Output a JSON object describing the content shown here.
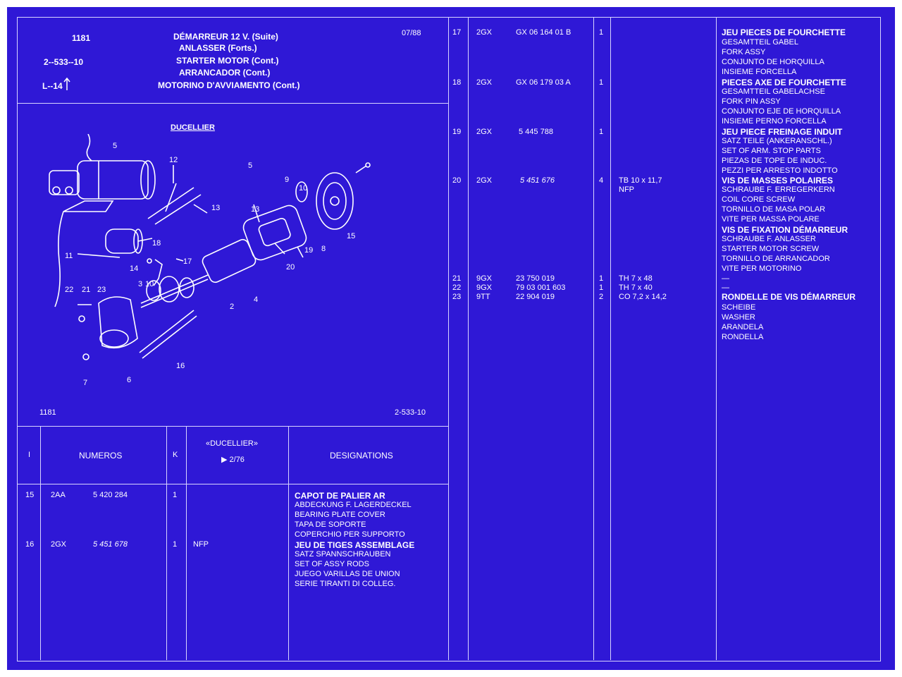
{
  "header": {
    "ref_code": "1181",
    "section": "2--533--10",
    "locator": "L--14",
    "date": "07/88",
    "titles": [
      "DÉMARREUR 12 V. (Suite)",
      "ANLASSER (Forts.)",
      "STARTER MOTOR (Cont.)",
      "ARRANCADOR (Cont.)",
      "MOTORINO D'AVVIAMENTO (Cont.)"
    ]
  },
  "diagram": {
    "brand": "DUCELLIER",
    "footer_left": "1181",
    "footer_right": "2-533-10",
    "callouts": [
      "5",
      "12",
      "13",
      "5",
      "9",
      "10",
      "13",
      "11",
      "18",
      "17",
      "14",
      "3",
      "10",
      "22",
      "21",
      "23",
      "7",
      "6",
      "16",
      "2",
      "4",
      "20",
      "19",
      "8",
      "15"
    ]
  },
  "lower_table": {
    "headers": {
      "col1": "I",
      "numeros": "NUMEROS",
      "k": "K",
      "brand": "«DUCELLIER»",
      "brand_sub": "▶ 2/76",
      "designations": "DESIGNATIONS"
    },
    "rows": [
      {
        "item": "15",
        "code": "2AA",
        "ref": "5 420 284",
        "k": "1",
        "note": "",
        "lines": [
          "CAPOT DE PALIER AR",
          "ABDECKUNG F. LAGERDECKEL",
          "BEARING PLATE COVER",
          "TAPA DE SOPORTE",
          "COPERCHIO PER SUPPORTO"
        ]
      },
      {
        "item": "16",
        "code": "2GX",
        "ref": "5 451 678",
        "k": "1",
        "note": "NFP",
        "lines": [
          "JEU DE TIGES ASSEMBLAGE",
          "SATZ SPANNSCHRAUBEN",
          "SET OF ASSY RODS",
          "JUEGO VARILLAS DE UNION",
          "SERIE TIRANTI DI COLLEG."
        ]
      }
    ]
  },
  "right_table": {
    "rows": [
      {
        "item": "17",
        "code": "2GX",
        "ref": "GX 06 164 01 B",
        "k": "1",
        "note": "",
        "lines": [
          "JEU PIECES DE FOURCHETTE",
          "GESAMTTEIL GABEL",
          "FORK ASSY",
          "CONJUNTO DE HORQUILLA",
          "INSIEME FORCELLA"
        ]
      },
      {
        "item": "18",
        "code": "2GX",
        "ref": "GX 06 179 03 A",
        "k": "1",
        "note": "",
        "lines": [
          "PIECES AXE DE FOURCHETTE",
          "GESAMTTEIL GABELACHSE",
          "FORK PIN ASSY",
          "CONJUNTO EJE DE HORQUILLA",
          "INSIEME PERNO FORCELLA"
        ]
      },
      {
        "item": "19",
        "code": "2GX",
        "ref": "5 445 788",
        "k": "1",
        "note": "",
        "lines": [
          "JEU PIECE FREINAGE INDUIT",
          "SATZ TEILE (ANKERANSCHL.)",
          "SET OF ARM. STOP PARTS",
          "PIEZAS DE TOPE DE INDUC.",
          "PEZZI PER ARRESTO INDOTTO"
        ]
      },
      {
        "item": "20",
        "code": "2GX",
        "ref": "5 451 676",
        "k": "4",
        "note": "TB 10 x 11,7",
        "note2": "NFP",
        "lines": [
          "VIS DE MASSES POLAIRES",
          "SCHRAUBE F. ERREGERKERN",
          "COIL CORE SCREW",
          "TORNILLO DE MASA POLAR",
          "VITE PER MASSA POLARE",
          "VIS DE FIXATION DÉMARREUR",
          "SCHRAUBE F. ANLASSER",
          "STARTER MOTOR SCREW",
          "TORNILLO DE ARRANCADOR",
          "VITE PER MOTORINO"
        ]
      },
      {
        "item": "21",
        "code": "9GX",
        "ref": "23 750 019",
        "k": "1",
        "note": "TH 7 x 48",
        "lines": [
          "—"
        ]
      },
      {
        "item": "22",
        "code": "9GX",
        "ref": "79 03 001 603",
        "k": "1",
        "note": "TH 7 x 40",
        "lines": [
          "—"
        ]
      },
      {
        "item": "23",
        "code": "9TT",
        "ref": "22 904 019",
        "k": "2",
        "note": "CO 7,2 x 14,2",
        "lines": [
          "RONDELLE DE VIS DÉMARREUR",
          "SCHEIBE",
          "WASHER",
          "ARANDELA",
          "RONDELLA"
        ]
      }
    ]
  },
  "colors": {
    "background": "#2f18d6",
    "ink": "#ffffff",
    "rule": "#d8d4ff"
  }
}
